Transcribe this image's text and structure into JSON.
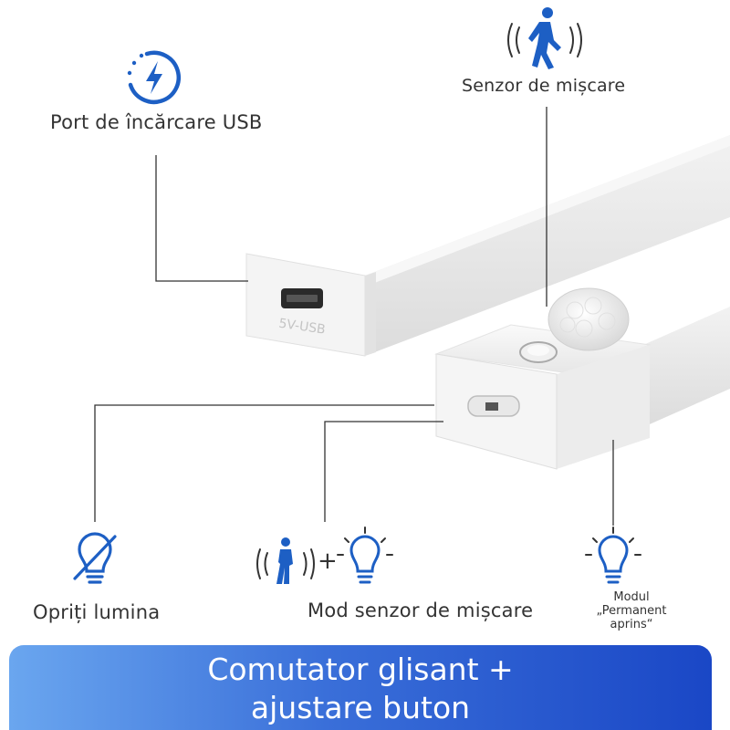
{
  "labels": {
    "usb_port": "Port de încărcare USB",
    "motion_sensor": "Senzor de mișcare",
    "light_off": "Opriți lumina",
    "sensor_mode": "Mod senzor de mișcare",
    "permanent_line1": "Modul",
    "permanent_line2": "„Permanent",
    "permanent_line3": "aprins“",
    "plus": "+"
  },
  "device": {
    "usb_marking": "5V-USB"
  },
  "banner": {
    "line1": "Comutator glisant +",
    "line2": "ajustare buton"
  },
  "colors": {
    "icon_blue": "#1d5fc4",
    "line": "#333333",
    "banner_start": "#6aa6ef",
    "banner_end": "#1a47c6"
  }
}
